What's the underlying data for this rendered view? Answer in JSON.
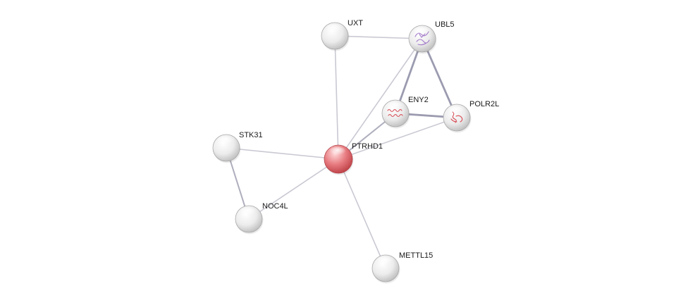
{
  "network": {
    "nodes": [
      {
        "id": "PTRHD1",
        "label": "PTRHD1",
        "query": true,
        "structure": false
      },
      {
        "id": "UXT",
        "label": "UXT",
        "query": false,
        "structure": false
      },
      {
        "id": "UBL5",
        "label": "UBL5",
        "query": false,
        "structure": true
      },
      {
        "id": "ENY2",
        "label": "ENY2",
        "query": false,
        "structure": true
      },
      {
        "id": "POLR2L",
        "label": "POLR2L",
        "query": false,
        "structure": true
      },
      {
        "id": "STK31",
        "label": "STK31",
        "query": false,
        "structure": false
      },
      {
        "id": "NOC4L",
        "label": "NOC4L",
        "query": false,
        "structure": false
      },
      {
        "id": "METTL15",
        "label": "METTL15",
        "query": false,
        "structure": false
      }
    ],
    "edges": [
      {
        "source": "UXT",
        "target": "UBL5",
        "strength": "weak"
      },
      {
        "source": "UXT",
        "target": "PTRHD1",
        "strength": "weak"
      },
      {
        "source": "UBL5",
        "target": "ENY2",
        "strength": "strong"
      },
      {
        "source": "UBL5",
        "target": "POLR2L",
        "strength": "strong"
      },
      {
        "source": "UBL5",
        "target": "PTRHD1",
        "strength": "weak"
      },
      {
        "source": "ENY2",
        "target": "POLR2L",
        "strength": "strong"
      },
      {
        "source": "ENY2",
        "target": "PTRHD1",
        "strength": "medium"
      },
      {
        "source": "POLR2L",
        "target": "PTRHD1",
        "strength": "weak"
      },
      {
        "source": "STK31",
        "target": "PTRHD1",
        "strength": "weak"
      },
      {
        "source": "STK31",
        "target": "NOC4L",
        "strength": "medium"
      },
      {
        "source": "NOC4L",
        "target": "PTRHD1",
        "strength": "weak"
      },
      {
        "source": "METTL15",
        "target": "PTRHD1",
        "strength": "weak"
      }
    ]
  },
  "colors": {
    "query_node": "#d9595f",
    "query_node_highlight": "#ffd9da",
    "node": "#d6d6d6",
    "node_highlight": "#ffffff",
    "edge_weak": "#c9c9d3",
    "edge_medium": "#aeaebd",
    "edge_strong": "#9b9bb0",
    "structure_ubl5": "#9a6cc4",
    "structure_red": "#d43a44"
  }
}
